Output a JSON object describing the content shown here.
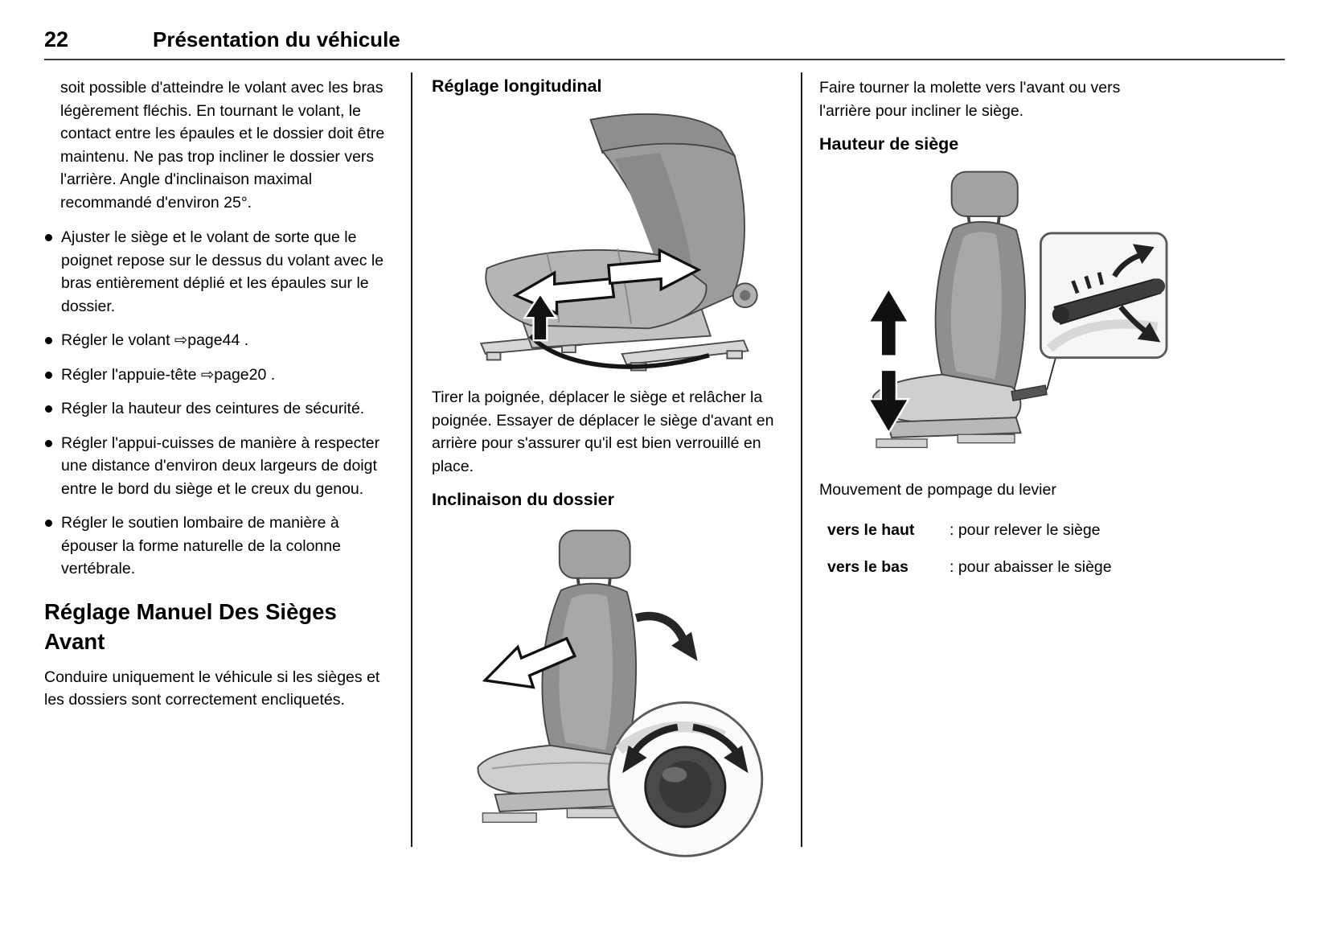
{
  "page": {
    "number": "22",
    "title": "Présentation du véhicule"
  },
  "colors": {
    "text": "#000000",
    "divider": "#1f1f1f"
  },
  "left": {
    "intro": "soit possible d'atteindre le volant avec les bras légèrement fléchis. En tournant le volant, le contact entre les épaules et le dossier doit être maintenu. Ne pas trop incliner le dossier vers l'arrière. Angle d'inclinaison maximal recommandé d'environ 25°.",
    "bullets": [
      "Ajuster le siège et le volant de sorte que le poignet repose sur le dessus du volant avec le bras entièrement déplié et les épaules sur le dossier.",
      "Régler le volant ⇨page44 .",
      "Régler l'appuie-tête ⇨page20 .",
      "Régler la hauteur des ceintures de sécurité.",
      "Régler l'appui-cuisses de manière à respecter une distance d'environ deux largeurs de doigt entre le bord du siège et le creux du genou.",
      "Régler le soutien lombaire de manière à épouser la forme naturelle de la colonne vertébrale."
    ],
    "section_heading": "Réglage Manuel Des Sièges Avant",
    "section_text": "Conduire uniquement le véhicule si les sièges et les dossiers sont correctement encliquetés."
  },
  "middle": {
    "heading_longitudinal": "Réglage longitudinal",
    "para_longitudinal": "Tirer la poignée, déplacer le siège et relâcher la poignée. Essayer de déplacer le siège d'avant en arrière pour s'assurer qu'il est bien verrouillé en place.",
    "heading_inclinaison": "Inclinaison du dossier"
  },
  "right": {
    "para_molette": "Faire tourner la molette vers l'avant ou vers l'arrière pour incliner le siège.",
    "heading_hauteur": "Hauteur de siège",
    "caption_levier": "Mouvement de pompage du levier",
    "lever_rows": [
      {
        "label": "vers le haut",
        "value": ": pour relever le siège"
      },
      {
        "label": "vers le bas",
        "value": ": pour abaisser le siège"
      }
    ]
  }
}
